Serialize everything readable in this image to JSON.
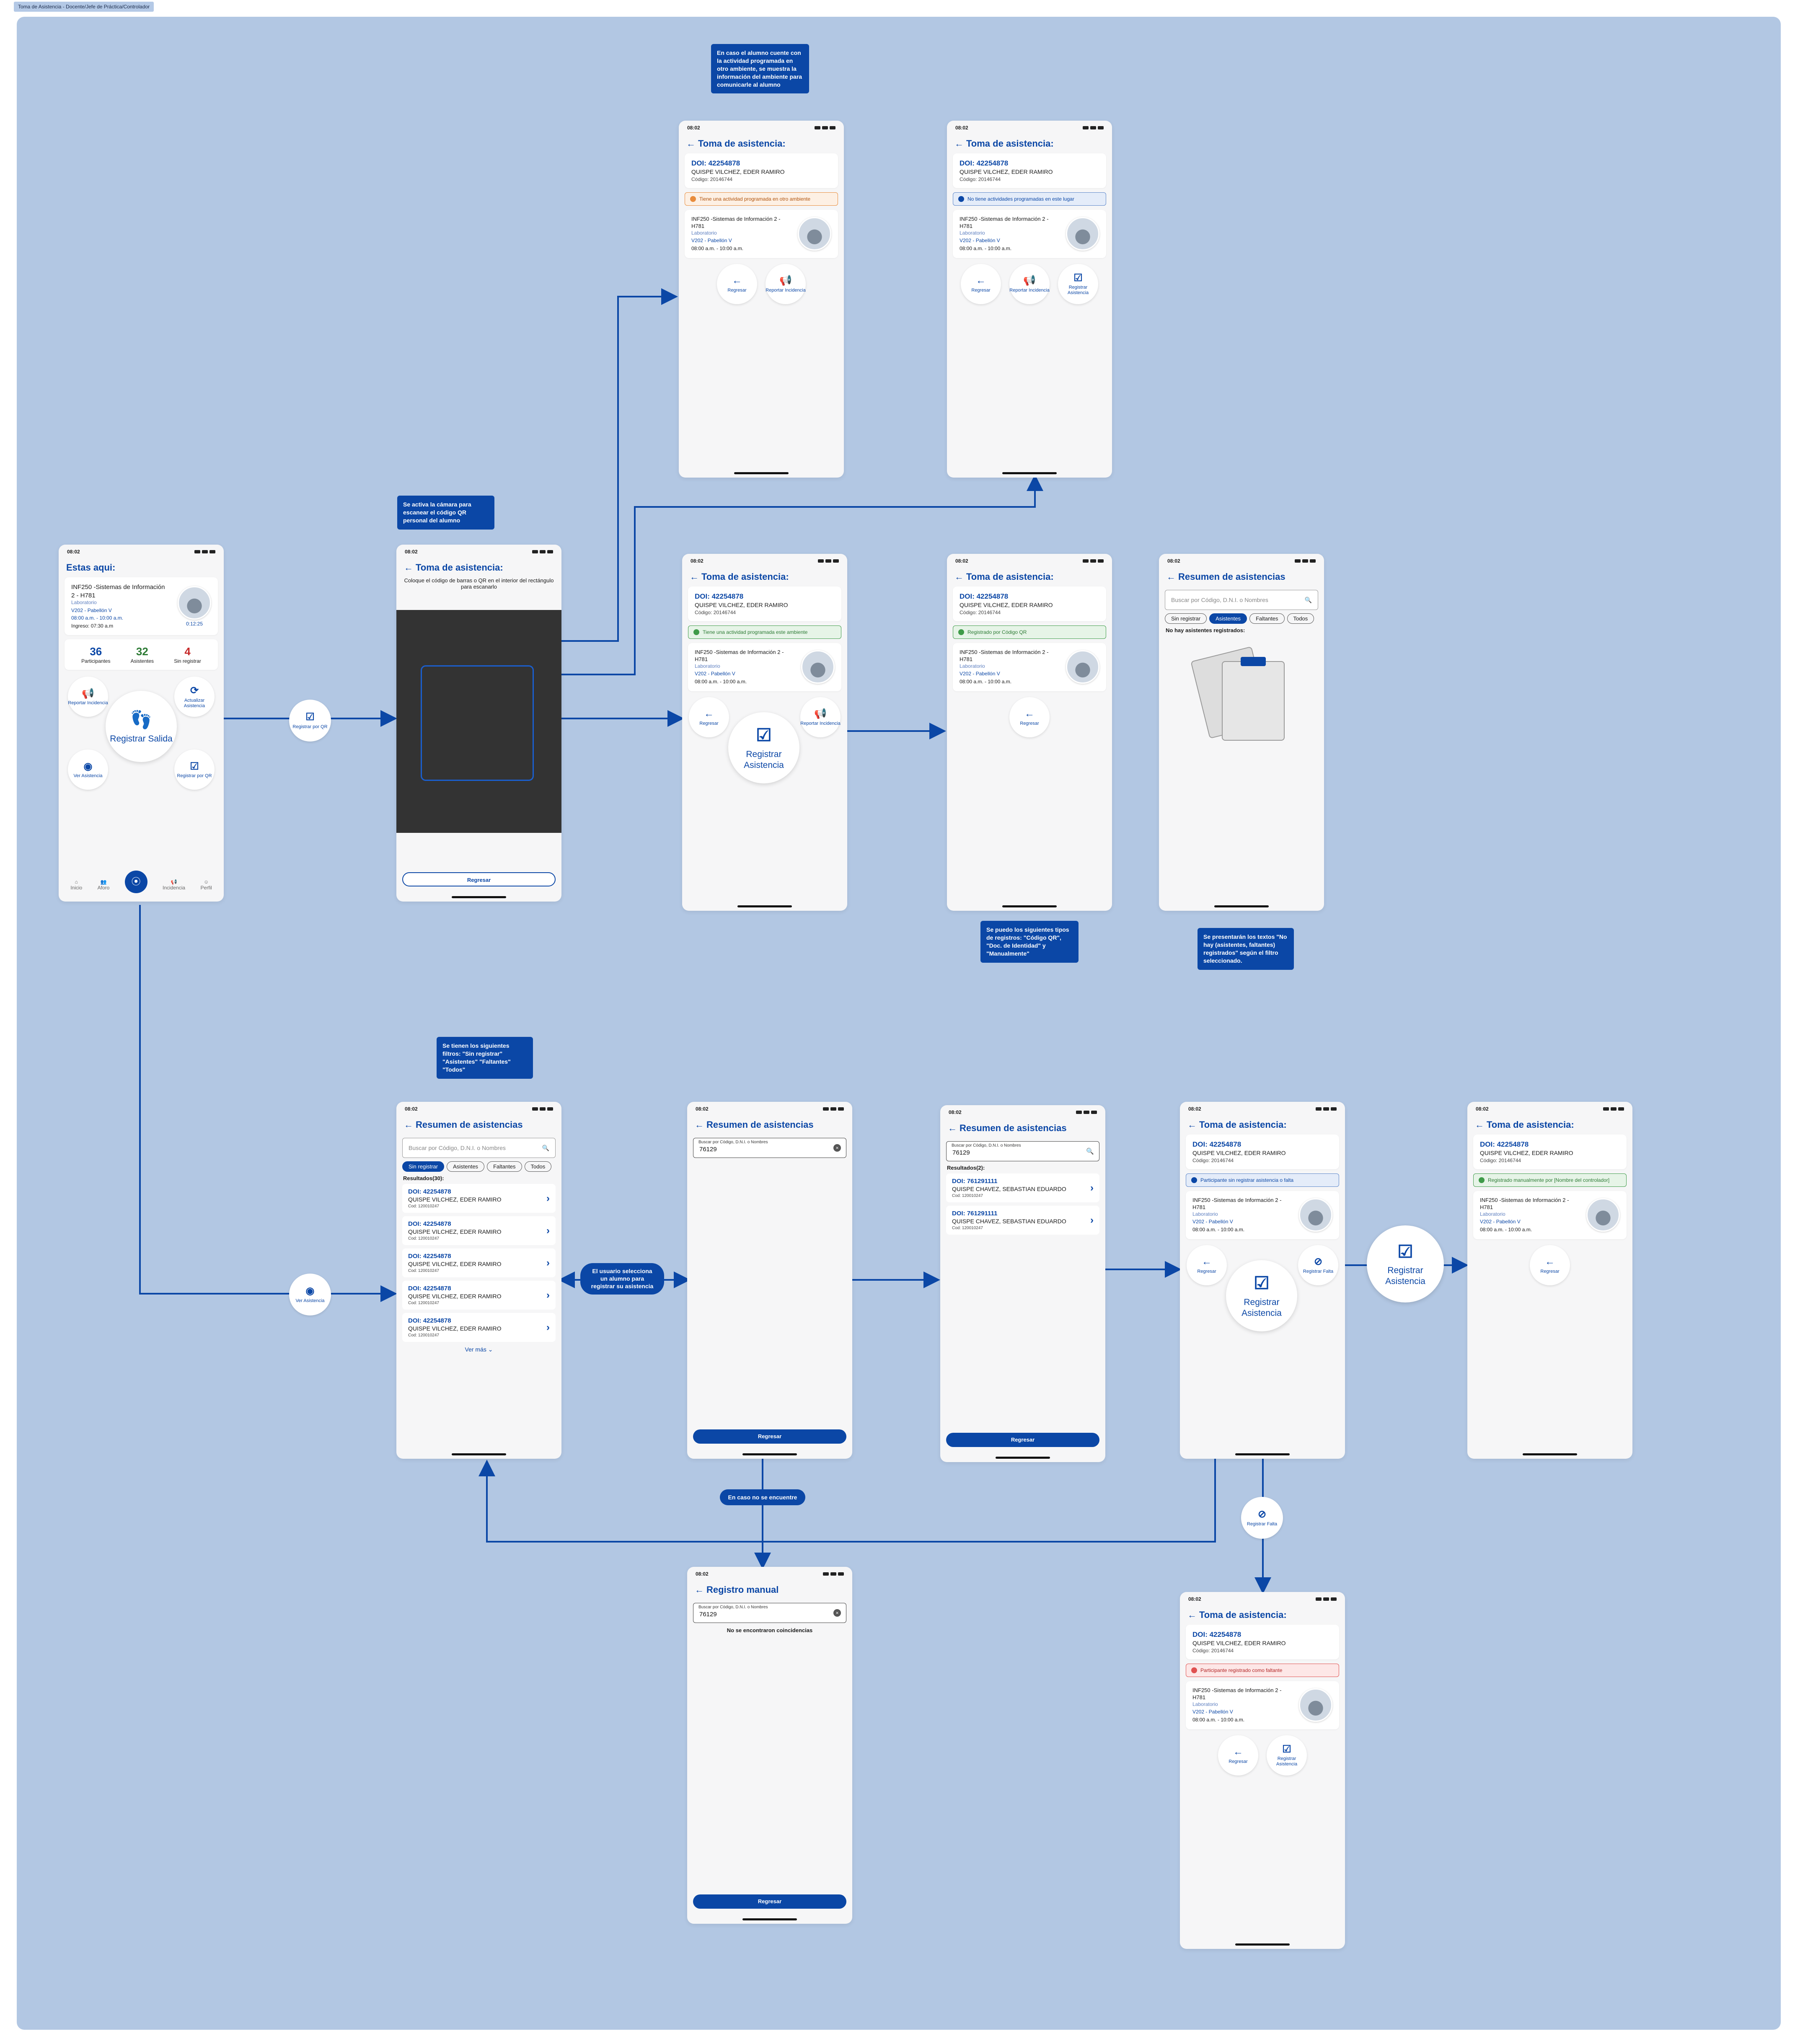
{
  "title_tag": "Toma de Asistencia - Docente/Jefe de Práctica/Controlador",
  "common": {
    "time": "08:02",
    "back_label": "Regresar",
    "doi": "DOI: 42254878",
    "student_name": "QUISPE VILCHEZ, EDER RAMIRO",
    "student_code": "Código: 20146744",
    "course": "INF250 -Sistemas de Información 2 - H781",
    "room_type": "Laboratorio",
    "room": "V202 - Pabellón V",
    "schedule": "08:00 a.m. - 10:00 a.m.",
    "report_incident": "Reportar Incidencia",
    "register_attendance": "Registrar Asistencia",
    "register_absence": "Registrar Falta"
  },
  "home": {
    "header": "Estas aqui:",
    "course": "INF250 -Sistemas de Información 2 - H781",
    "timer": "0:12:25",
    "ingreso": "Ingreso: 07:30 a.m",
    "stats": [
      {
        "value": "36",
        "label": "Participantes",
        "color": "#0b47a6"
      },
      {
        "value": "32",
        "label": "Asistentes",
        "color": "#2c7a34"
      },
      {
        "value": "4",
        "label": "Sin registrar",
        "color": "#c62828"
      }
    ],
    "big_button": "Registrar Salida",
    "actions": [
      "Reportar Incidencia",
      "Actualizar Asistencia",
      "Ver Asistencia",
      "Registrar por QR"
    ],
    "nav": [
      "Inicio",
      "Aforo",
      "",
      "Incidencia",
      "Perfil"
    ]
  },
  "qr": {
    "header": "Toma de asistencia:",
    "instructions": "Coloque el código de barras o QR en el interior del rectángulo para escanarlo",
    "back": "Regresar"
  },
  "attendance_header": "Toma de asistencia:",
  "alerts": {
    "other_env": "Tiene una actividad programada en otro ambiente",
    "no_activity": "No tiene actividades programadas en este lugar",
    "this_env": "Tiene una actividad programada este ambiente",
    "registered_qr": "Registrado por Código QR",
    "unregistered": "Participante sin registrar asistencia o falta",
    "manual": "Registrado manualmente por [Nombre del controlador]",
    "absent": "Participante registrado como faltante"
  },
  "summary": {
    "header": "Resumen de asistencias",
    "search_placeholder": "Buscar por Código, D.N.I. o Nombres",
    "filters": [
      "Sin registrar",
      "Asistentes",
      "Faltantes",
      "Todos"
    ],
    "empty": "No hay asistentes registrados:",
    "results_label": "Resultados(30):",
    "rows": [
      {
        "doi": "DOI: 42254878",
        "name": "QUISPE VILCHEZ, EDER RAMIRO",
        "code": "Cod: 120010247"
      },
      {
        "doi": "DOI: 42254878",
        "name": "QUISPE VILCHEZ, EDER RAMIRO",
        "code": "Cod: 120010247"
      },
      {
        "doi": "DOI: 42254878",
        "name": "QUISPE VILCHEZ, EDER RAMIRO",
        "code": "Cod: 120010247"
      },
      {
        "doi": "DOI: 42254878",
        "name": "QUISPE VILCHEZ, EDER RAMIRO",
        "code": "Cod: 120010247"
      },
      {
        "doi": "DOI: 42254878",
        "name": "QUISPE VILCHEZ, EDER RAMIRO",
        "code": "Cod: 120010247"
      }
    ],
    "more": "Ver más"
  },
  "search": {
    "label": "Buscar por Código, D.N.I. o Nombres",
    "value": "76129",
    "results_label": "Resultados(2):",
    "rows": [
      {
        "doi": "DOI: 761291111",
        "name": "QUISPE CHAVEZ, SEBASTIAN EDUARDO",
        "code": "Cod: 120010247"
      },
      {
        "doi": "DOI: 761291111",
        "name": "QUISPE CHAVEZ, SEBASTIAN EDUARDO",
        "code": "Cod: 120010247"
      }
    ]
  },
  "manual": {
    "header": "Registro manual",
    "none": "No se encontraron coincidencias"
  },
  "notes": {
    "n1": "En caso el alumno cuente con la actividad programada en otro ambiente, se muestra la información del ambiente para comunicarle al alumno",
    "n2": "Se activa la cámara para escanear el código QR personal del alumno",
    "n3": "Se puedo los siguientes tipos de registros: \"Código QR\", \"Doc. de Identidad\" y \"Manualmente\"",
    "n4": "Se presentarán los textos \"No hay (asistentes, faltantes) registrados\" según el filtro seleccionado.",
    "n5": "Se tienen los siguientes filtros: \"Sin registrar\" \"Asistentes\" \"Faltantes\" \"Todos\"",
    "p1": "El usuario selecciona un alumno para registrar su asistencia",
    "p2": "En caso no se encuentre"
  },
  "connectors": {
    "qr": "Registrar por QR",
    "view": "Ver Asistencia",
    "attend": "Registrar Asistencia",
    "absent": "Registrar Falta"
  }
}
